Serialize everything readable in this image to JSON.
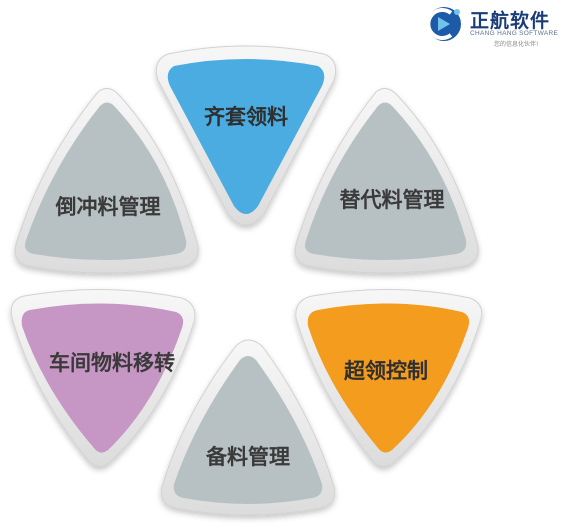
{
  "logo": {
    "name": "正航软件",
    "english": "CHANG HANG SOFTWARE",
    "slogan": "您的信息化伙伴!"
  },
  "colors": {
    "blue": "#4aace0",
    "gray": "#b7c1c3",
    "orange": "#f39c1d",
    "purple": "#c696c5",
    "frame": "#e9e9e9",
    "frame_edge": "#d2d2d2"
  },
  "petals": [
    {
      "label": "齐套领料",
      "color": "#4aace0"
    },
    {
      "label": "替代料管理",
      "color": "#b7c1c3"
    },
    {
      "label": "超领控制",
      "color": "#f39c1d"
    },
    {
      "label": "备料管理",
      "color": "#b7c1c3"
    },
    {
      "label": "车间物料移转",
      "color": "#c696c5"
    },
    {
      "label": "倒冲料管理",
      "color": "#b7c1c3"
    }
  ]
}
